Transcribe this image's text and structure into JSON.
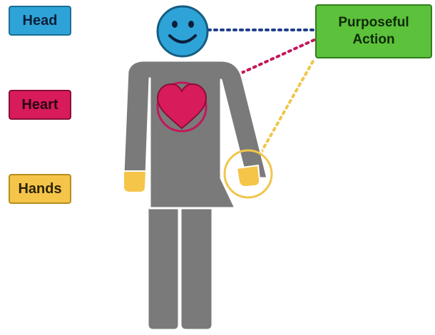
{
  "labels": {
    "head": "Head",
    "heart": "Heart",
    "hands": "Hands"
  },
  "action": {
    "line1": "Purposeful",
    "line2": "Action"
  },
  "colors": {
    "head": "#2ea3d8",
    "heart": "#d81b5a",
    "hands": "#f5c54a",
    "action": "#5cc13b",
    "body": "#7a7a7a",
    "head_connector": "#1f3f8a",
    "heart_connector": "#c2185b",
    "hands_connector": "#f0c64a"
  },
  "icons": {
    "person": "person-figure-icon",
    "face": "smiley-face-icon",
    "heart": "heart-icon"
  }
}
